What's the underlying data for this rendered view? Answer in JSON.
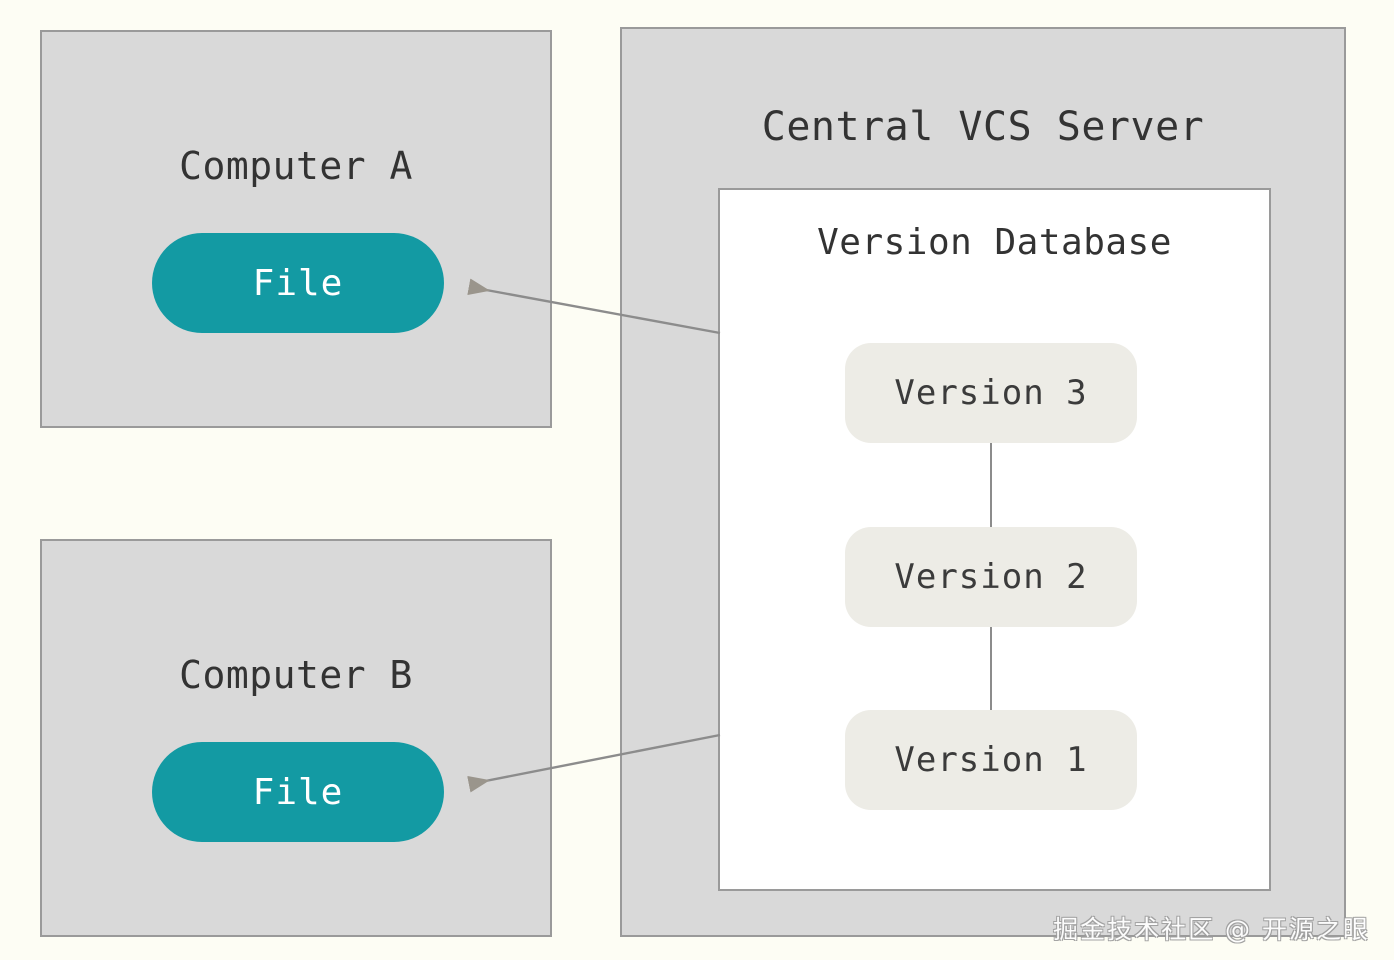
{
  "diagram": {
    "type": "centralized-version-control-system",
    "background_color": "#fdfdf4",
    "accent_color": "#139aa3",
    "box_fill_color": "#d9d9d9",
    "box_border_color": "#9a9a9a",
    "version_pill_color": "#edece6",
    "arrow_color": "#8c8c8c"
  },
  "computer_a": {
    "title": "Computer A",
    "file_label": "File"
  },
  "computer_b": {
    "title": "Computer B",
    "file_label": "File"
  },
  "server": {
    "title": "Central VCS Server",
    "database": {
      "title": "Version Database",
      "versions": [
        {
          "label": "Version 3"
        },
        {
          "label": "Version 2"
        },
        {
          "label": "Version 1"
        }
      ]
    }
  },
  "arrows": [
    {
      "name": "server-to-computer-a",
      "from": "Version Database",
      "to": "Computer A File"
    },
    {
      "name": "server-to-computer-b",
      "from": "Version Database",
      "to": "Computer B File"
    }
  ],
  "watermark": {
    "text": "掘金技术社区 @ 开源之眼"
  }
}
